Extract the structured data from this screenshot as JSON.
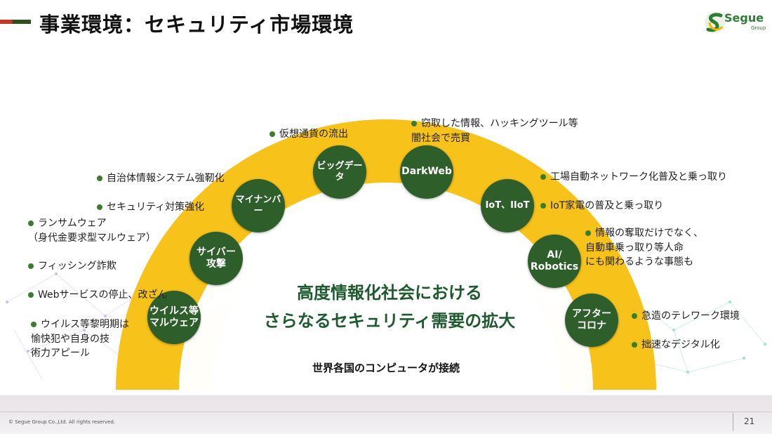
{
  "header": {
    "title": "事業環境：セキュリティ市場環境",
    "logo_text": "Segue",
    "logo_sub": "Group"
  },
  "nodes": [
    {
      "id": "virus",
      "label": "ウイルス等\nマルウェア"
    },
    {
      "id": "cyber",
      "label": "サイバー\n攻撃"
    },
    {
      "id": "mynumber",
      "label": "マイナンバー"
    },
    {
      "id": "bigdata",
      "label": "ビッグデータ"
    },
    {
      "id": "darkweb",
      "label": "DarkWeb"
    },
    {
      "id": "iot",
      "label": "IoT、IIoT"
    },
    {
      "id": "ai",
      "label": "AI/\nRobotics"
    },
    {
      "id": "aftercorona",
      "label": "アフター\nコロナ"
    }
  ],
  "notes": {
    "virus": [
      "ウイルス等黎明期は\n愉快犯や自身の技\n術力アピール"
    ],
    "cyber": [
      "ランサムウェア\n（身代金要求型マルウェア）",
      "フィッシング詐欺",
      "Webサービスの停止、改ざん"
    ],
    "mynumber": [
      "自治体情報システム強靭化",
      "セキュリティ対策強化"
    ],
    "bigdata": [
      "仮想通貨の流出"
    ],
    "darkweb": [
      "窃取した情報、ハッキングツール等\n闇社会で売買"
    ],
    "iot": [
      "工場自動ネットワーク化普及と乗っ取り",
      "IoT家電の普及と乗っ取り"
    ],
    "ai": [
      "情報の奪取だけでなく、\n自動車乗っ取り等人命\nにも関わるような事態も"
    ],
    "aftercorona": [
      "急造のテレワーク環境",
      "拙速なデジタル化"
    ]
  },
  "center": {
    "heading": "高度情報化社会における\nさらなるセキュリティ需要の拡大",
    "sub": "世界各国のコンピュータが接続"
  },
  "footer": {
    "copyright": "© Segue Group Co.,Ltd. All rights reserved.",
    "page_number": "21"
  },
  "colors": {
    "node_fill": "#2e5e2a",
    "arch_yellow": "#f7c21a",
    "bullet_green": "#3a7d2c",
    "heading_green": "#1f5a2e"
  }
}
